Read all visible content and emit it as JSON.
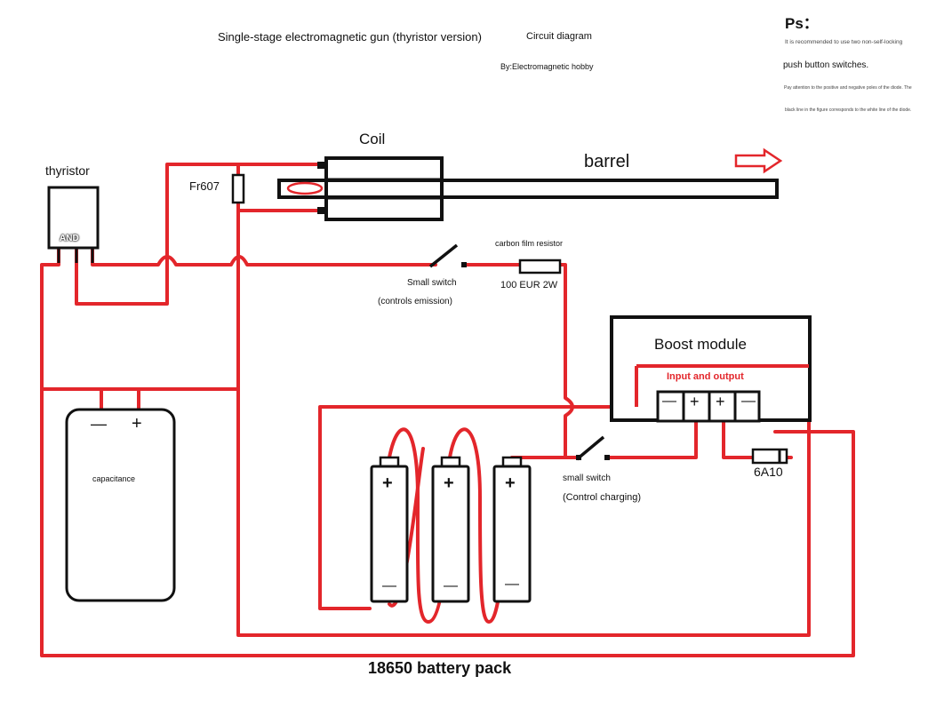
{
  "header": {
    "title": "Single-stage electromagnetic gun (thyristor version)",
    "subtitle": "Circuit diagram",
    "byline": "By:Electromagnetic hobby"
  },
  "notes": {
    "heading": "Ps：",
    "line1": "It is recommended to use two non-self-locking",
    "line2": "push button switches.",
    "line3": "Pay attention to the positive and negative poles of the diode. The",
    "line4": "black line in the figure corresponds to the white line of the diode."
  },
  "components": {
    "thyristor": {
      "label": "thyristor",
      "marking": "AND"
    },
    "diode_top": "Fr607",
    "coil": "Coil",
    "barrel": "barrel",
    "resistor": {
      "caption": "carbon film resistor",
      "value": "100 EUR 2W"
    },
    "switch_emit": {
      "label": "Small switch",
      "note": "(controls emission)"
    },
    "boost": {
      "title": "Boost module",
      "io": "Input and output",
      "terminals": [
        "—",
        "+",
        "+",
        "—"
      ]
    },
    "capacitor": {
      "label": "capacitance",
      "neg": "—",
      "pos": "+"
    },
    "switch_charge": {
      "label": "small switch",
      "note": "(Control charging)"
    },
    "diode_bottom": "6A10",
    "battery_pack": "18650 battery pack",
    "cells": [
      {
        "pos": "+",
        "neg": "—"
      },
      {
        "pos": "+",
        "neg": "—"
      },
      {
        "pos": "+",
        "neg": "—"
      }
    ]
  },
  "colors": {
    "wire": "#e3262b",
    "outline": "#111111",
    "background": "#ffffff"
  }
}
